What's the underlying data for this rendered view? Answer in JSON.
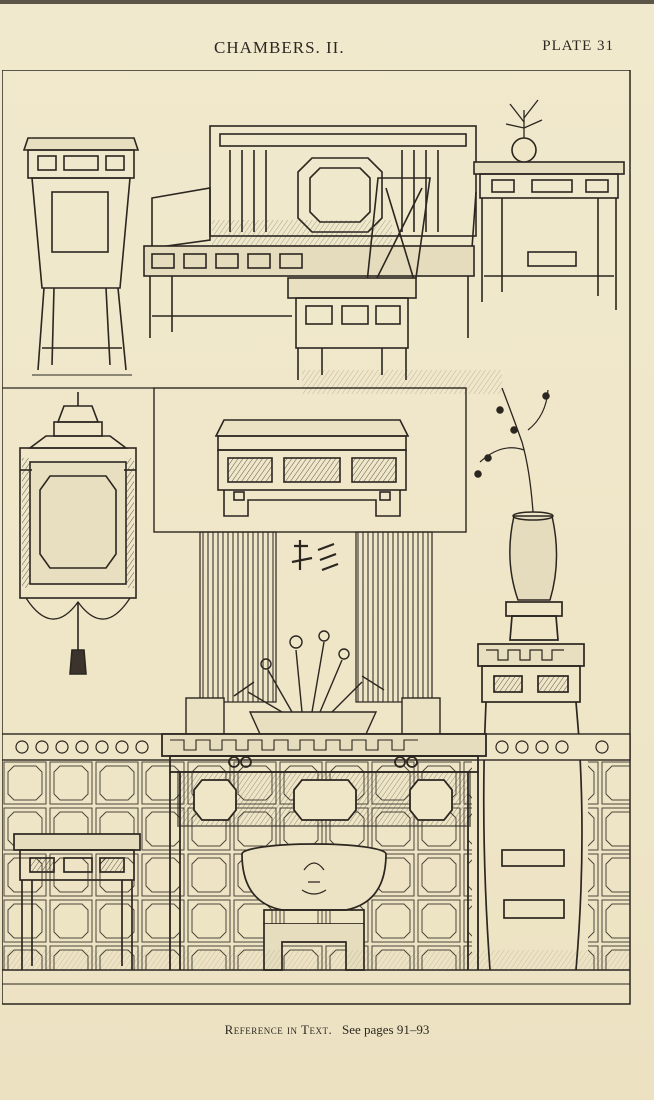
{
  "header": {
    "title": "CHAMBERS. II.",
    "plate": "PLATE 31"
  },
  "caption": {
    "reference_label": "Reference in Text.",
    "pages_label": "See pages 91–93"
  },
  "colors": {
    "paper": "#f1e9cd",
    "ink": "#2b2620"
  }
}
